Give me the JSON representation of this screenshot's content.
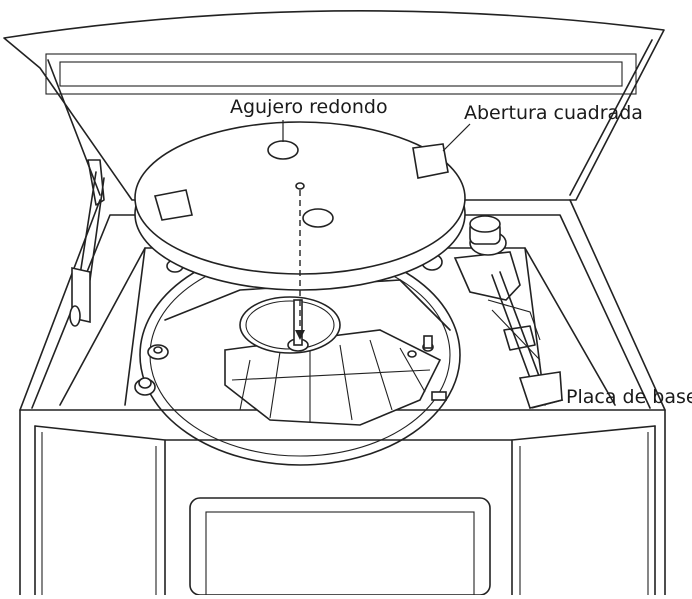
{
  "labels": {
    "round_hole": "Agujero redondo",
    "square_opening": "Abertura cuadrada",
    "base_plate": "Placa de base"
  },
  "colors": {
    "line": "#222222",
    "background": "#ffffff"
  }
}
